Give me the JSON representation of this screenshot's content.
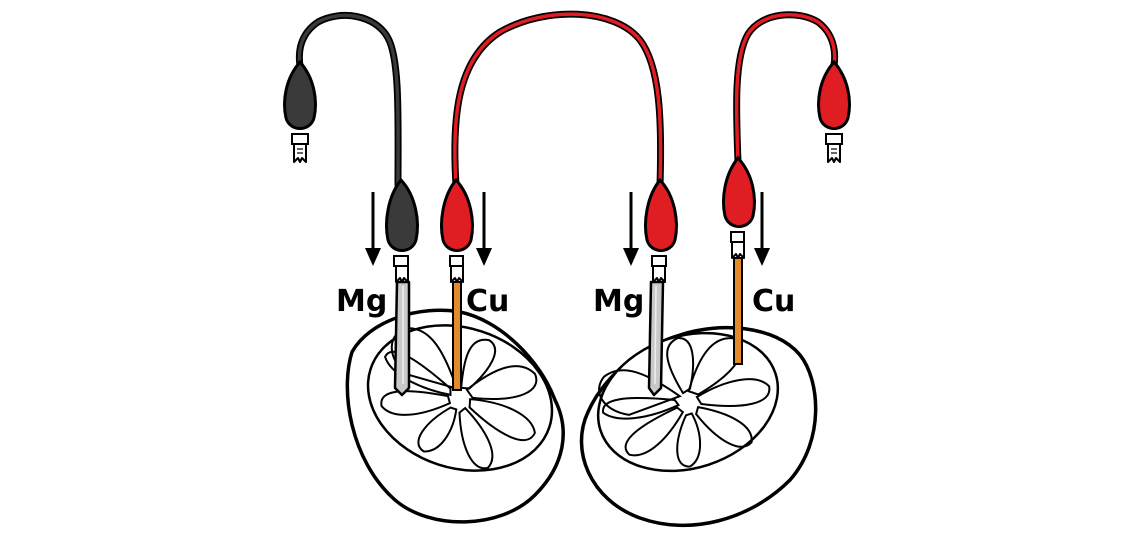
{
  "labels": {
    "cell1_anode": "Mg",
    "cell1_cathode": "Cu",
    "cell2_anode": "Mg",
    "cell2_cathode": "Cu"
  },
  "colors": {
    "black_lead": "#3a3a3a",
    "red_lead": "#e11d24",
    "magnesium": "#c9c9c9",
    "copper": "#e58a2b",
    "outline": "#000000",
    "fruit_fill": "#ffffff"
  }
}
